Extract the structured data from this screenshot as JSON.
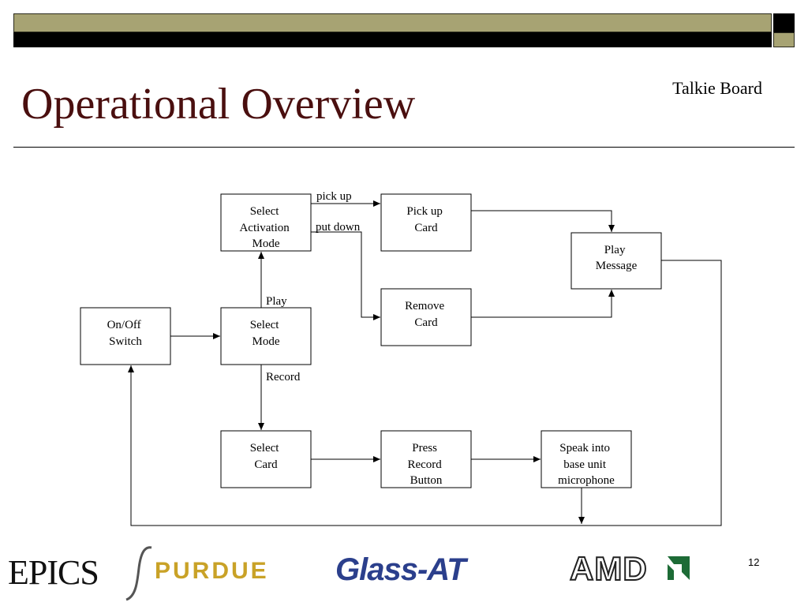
{
  "slide": {
    "title": "Operational Overview",
    "subtitle": "Talkie Board",
    "page_number": "12"
  },
  "nodes": {
    "on_off": [
      "On/Off",
      "Switch"
    ],
    "select_mode": [
      "Select",
      "Mode"
    ],
    "select_activation": [
      "Select",
      "Activation",
      "Mode"
    ],
    "pick_up_card": [
      "Pick up",
      "Card"
    ],
    "remove_card": [
      "Remove",
      "Card"
    ],
    "play_message": [
      "Play",
      "Message"
    ],
    "select_card": [
      "Select",
      "Card"
    ],
    "press_record": [
      "Press",
      "Record",
      "Button"
    ],
    "speak_into": [
      "Speak into",
      "base unit",
      "microphone"
    ]
  },
  "edge_labels": {
    "pick_up": "pick up",
    "put_down": "put down",
    "play": "Play",
    "record": "Record"
  },
  "footer": {
    "epics": "EPICS",
    "purdue": "PURDUE",
    "glass_at": "Glass-AT",
    "amd": "AMD"
  },
  "colors": {
    "title": "#4a0f0f",
    "band_olive": "#a7a373",
    "band_black": "#000000",
    "purdue_gold": "#c9a227",
    "glass_blue": "#2b3f8c"
  }
}
